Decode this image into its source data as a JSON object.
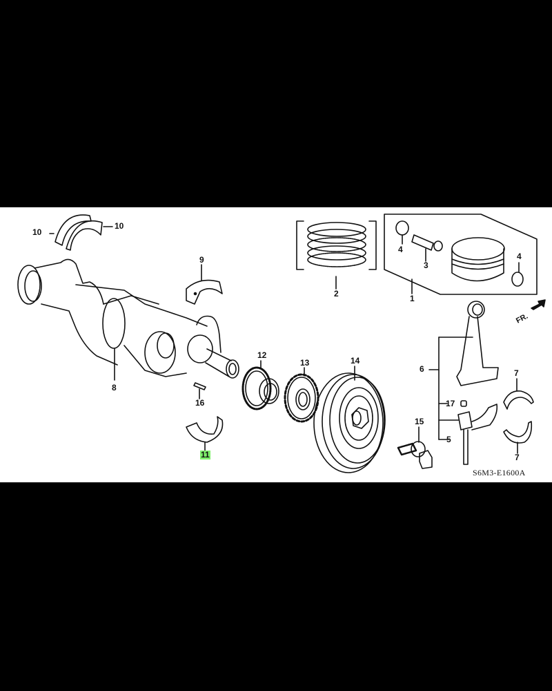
{
  "diagram": {
    "title_code": "S6M3-E1600A",
    "direction_label": "FR.",
    "highlight_color": "#7ef06a",
    "background": "#ffffff",
    "frame_color": "#000000",
    "callouts": [
      {
        "id": "1",
        "label": "1",
        "part": "piston-assembly"
      },
      {
        "id": "2",
        "label": "2",
        "part": "piston-ring-set"
      },
      {
        "id": "3",
        "label": "3",
        "part": "piston-pin"
      },
      {
        "id": "4a",
        "label": "4",
        "part": "piston-pin-clip-left"
      },
      {
        "id": "4b",
        "label": "4",
        "part": "piston-pin-clip-right"
      },
      {
        "id": "5",
        "label": "5",
        "part": "connecting-rod-bolt"
      },
      {
        "id": "6",
        "label": "6",
        "part": "connecting-rod-assembly"
      },
      {
        "id": "7a",
        "label": "7",
        "part": "connecting-rod-bearing-upper"
      },
      {
        "id": "7b",
        "label": "7",
        "part": "connecting-rod-bearing-lower"
      },
      {
        "id": "8",
        "label": "8",
        "part": "crankshaft"
      },
      {
        "id": "9",
        "label": "9",
        "part": "main-bearing-upper"
      },
      {
        "id": "10a",
        "label": "10",
        "part": "thrust-washer-left"
      },
      {
        "id": "10b",
        "label": "10",
        "part": "thrust-washer-right"
      },
      {
        "id": "11",
        "label": "11",
        "part": "main-bearing-lower",
        "highlighted": true
      },
      {
        "id": "12",
        "label": "12",
        "part": "timing-sprocket"
      },
      {
        "id": "13",
        "label": "13",
        "part": "crank-pulse-plate"
      },
      {
        "id": "14",
        "label": "14",
        "part": "crankshaft-pulley"
      },
      {
        "id": "15",
        "label": "15",
        "part": "pulley-bolt"
      },
      {
        "id": "16",
        "label": "16",
        "part": "woodruff-key"
      },
      {
        "id": "17",
        "label": "17",
        "part": "dowel-pin"
      }
    ]
  }
}
